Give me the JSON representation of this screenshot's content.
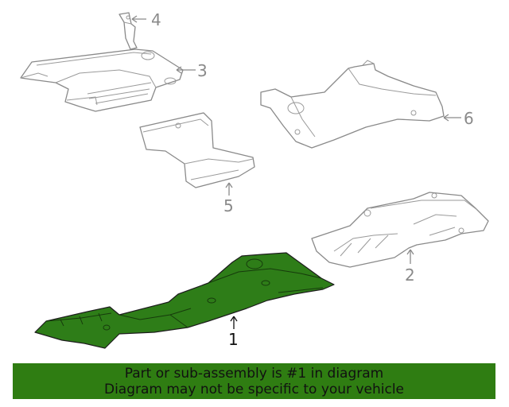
{
  "callouts": {
    "part1": "1",
    "part2": "2",
    "part3": "3",
    "part4": "4",
    "part5": "5",
    "part6": "6"
  },
  "banner": {
    "line1": "Part or sub-assembly is #1 in diagram",
    "line2": "Diagram may not be specific to your vehicle"
  },
  "colors": {
    "highlight": "#2e7d18",
    "banner": "#2f7d12",
    "linework": "#8a8a8a"
  }
}
